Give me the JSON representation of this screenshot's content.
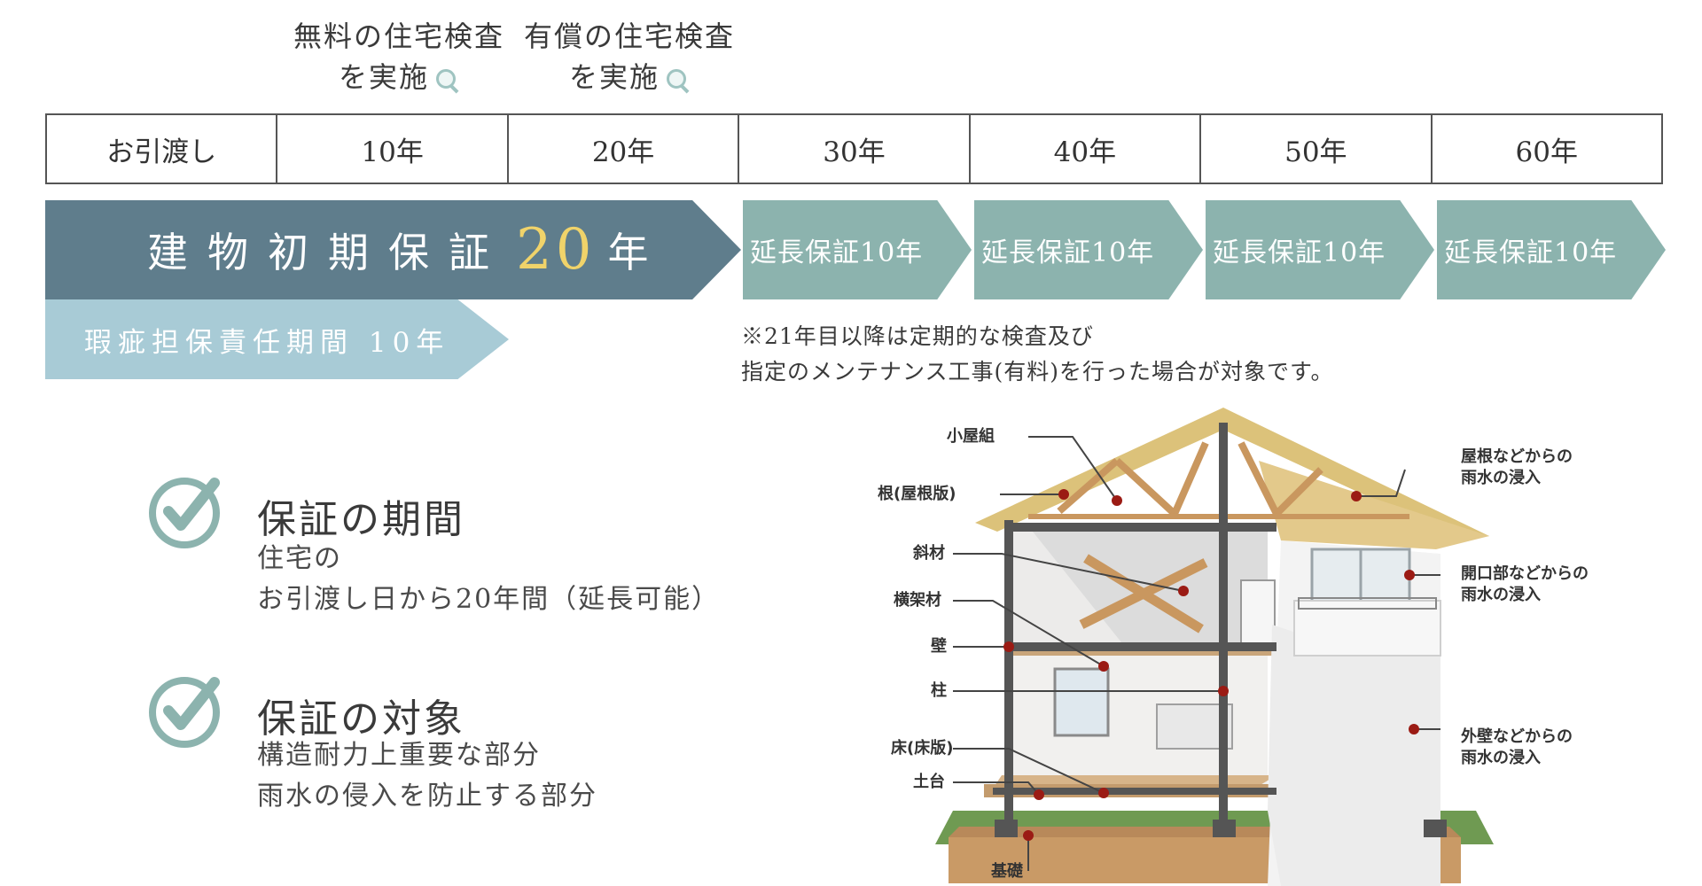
{
  "inspections": [
    {
      "line1": "無料の住宅検査",
      "line2": "を実施"
    },
    {
      "line1": "有償の住宅検査",
      "line2": "を実施"
    }
  ],
  "timeline": [
    "お引渡し",
    "10年",
    "20年",
    "30年",
    "40年",
    "50年",
    "60年"
  ],
  "main_guarantee": {
    "text": "建物初期保証",
    "years": "20",
    "unit": "年"
  },
  "defect_liability": "瑕疵担保責任期間 10年",
  "extensions": [
    "延長保証10年",
    "延長保証10年",
    "延長保証10年",
    "延長保証10年"
  ],
  "note": {
    "line1": "※21年目以降は定期的な検査及び",
    "line2": "指定のメンテナンス工事(有料)を行った場合が対象です。"
  },
  "period": {
    "title": "保証の期間",
    "line1": "住宅の",
    "line2": "お引渡し日から20年間（延長可能）"
  },
  "scope": {
    "title": "保証の対象",
    "line1": "構造耐力上重要な部分",
    "line2": "雨水の侵入を防止する部分"
  },
  "house_labels": {
    "koyagumi": "小屋組",
    "roof_board": "根(屋根版)",
    "diagonal": "斜材",
    "beam": "横架材",
    "wall": "壁",
    "column": "柱",
    "floor": "床(床版)",
    "sill": "土台",
    "foundation": "基礎",
    "roof_water_1": "屋根などからの",
    "roof_water_2": "雨水の浸入",
    "opening_water_1": "開口部などからの",
    "opening_water_2": "雨水の浸入",
    "exterior_water_1": "外壁などからの",
    "exterior_water_2": "雨水の浸入"
  },
  "colors": {
    "main_arrow": "#5f7d8c",
    "extension_arrow": "#8cb3ae",
    "defect_arrow": "#a8cbd6",
    "highlight_year": "#f0d36a",
    "check_icon": "#8cb3ae",
    "marker_dot": "#9b1b14"
  }
}
